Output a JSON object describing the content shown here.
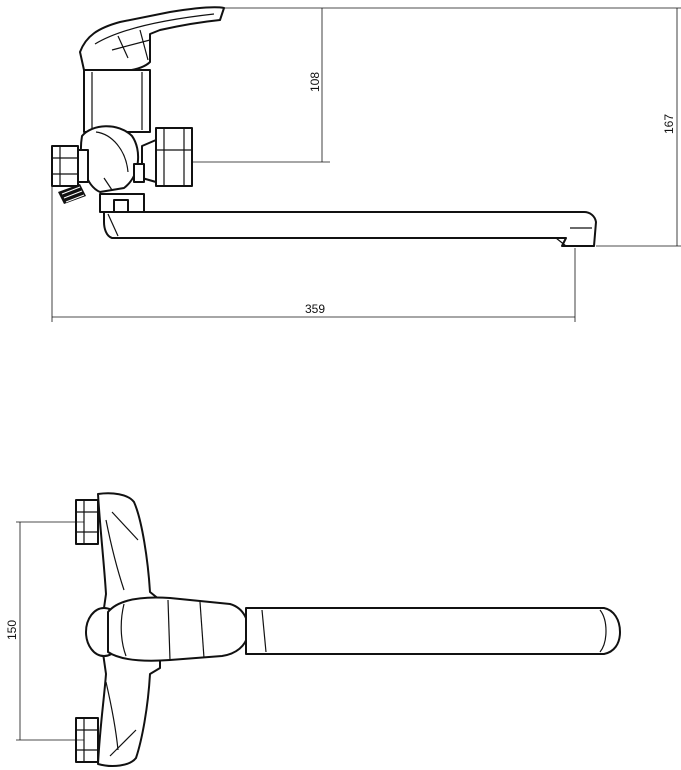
{
  "dimensions": {
    "side_height_handle": "108",
    "side_total_height": "167",
    "side_total_length": "359",
    "top_center_distance": "150"
  }
}
